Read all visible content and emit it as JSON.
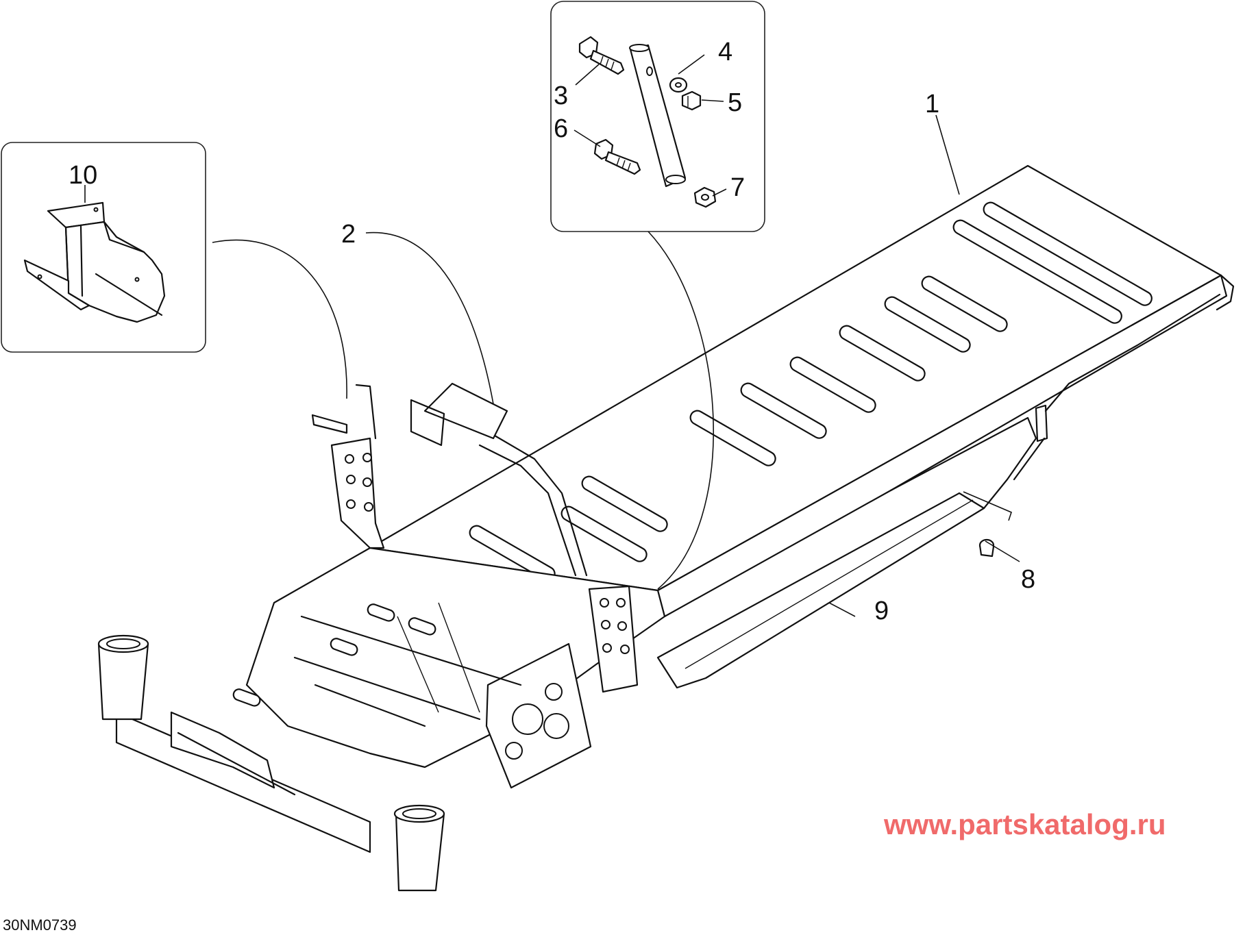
{
  "callouts": [
    {
      "id": "c1",
      "label": "1"
    },
    {
      "id": "c2",
      "label": "2"
    },
    {
      "id": "c3",
      "label": "3"
    },
    {
      "id": "c4",
      "label": "4"
    },
    {
      "id": "c5",
      "label": "5"
    },
    {
      "id": "c6",
      "label": "6"
    },
    {
      "id": "c7",
      "label": "7"
    },
    {
      "id": "c8",
      "label": "8"
    },
    {
      "id": "c9",
      "label": "9"
    },
    {
      "id": "c10",
      "label": "10"
    }
  ],
  "drawing_code": "30NM0739",
  "watermark": "www.partskatalog.ru",
  "colors": {
    "line": "#111111",
    "watermark": "#f06a6a",
    "background": "#ffffff"
  }
}
